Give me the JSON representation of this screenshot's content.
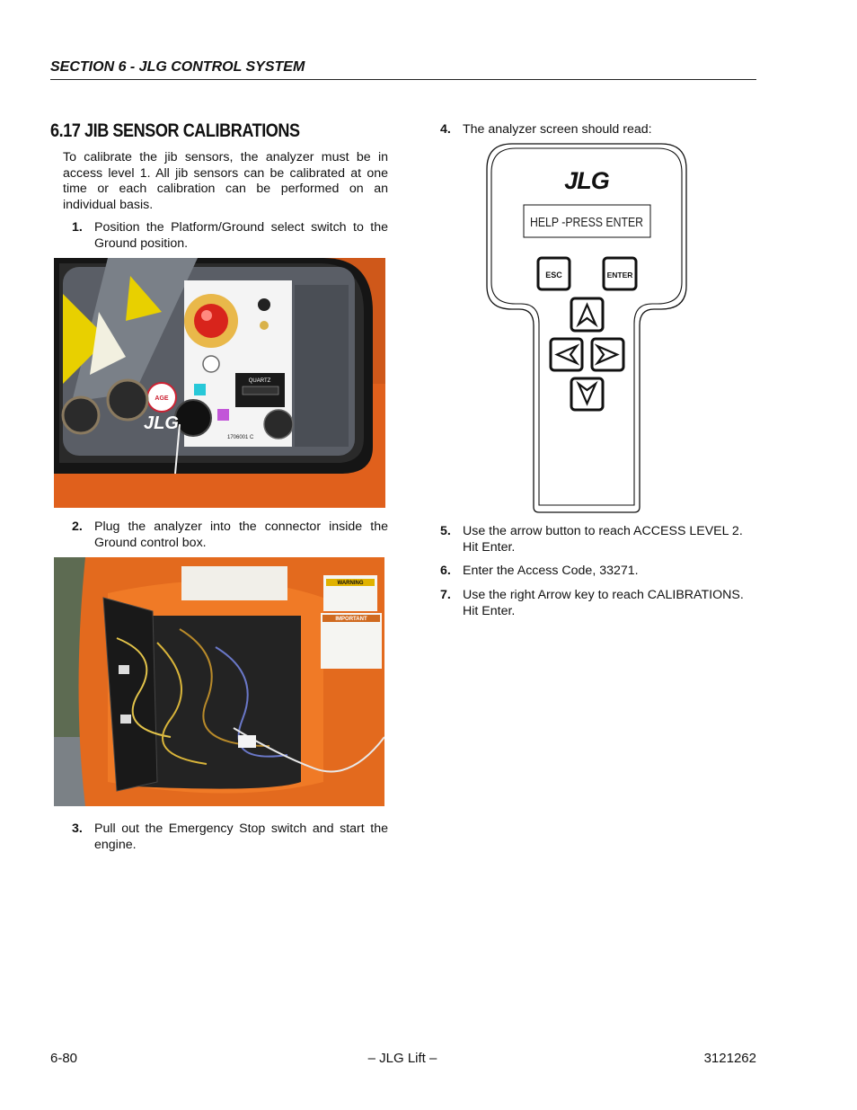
{
  "header": {
    "section": "SECTION 6 - JLG CONTROL SYSTEM"
  },
  "title": "6.17 JIB SENSOR CALIBRATIONS",
  "intro": "To calibrate the jib sensors, the analyzer must be in access level 1. All jib sensors can be calibrated at one time or each calibration can be performed on an individual basis.",
  "steps": [
    {
      "num": "1.",
      "text": "Position the Platform/Ground select switch to the Ground position."
    },
    {
      "num": "2.",
      "text": "Plug the analyzer into the connector inside the Ground control box."
    },
    {
      "num": "3.",
      "text": "Pull out the Emergency Stop switch and start the engine."
    },
    {
      "num": "4.",
      "text": "The analyzer screen should read:"
    },
    {
      "num": "5.",
      "text": "Use the arrow button to reach ACCESS LEVEL 2. Hit Enter."
    },
    {
      "num": "6.",
      "text": "Enter the Access Code, 33271."
    },
    {
      "num": "7.",
      "text": "Use the right Arrow key to reach CALIBRATIONS. Hit Enter."
    }
  ],
  "photo1": {
    "brand": "JLG",
    "badge": "AGE",
    "panel_code": "1706001 C",
    "meter": "QUARTZ"
  },
  "photo2": {
    "warning": "WARNING",
    "important": "IMPORTANT"
  },
  "analyzer": {
    "brand": "JLG",
    "screen": "HELP -PRESS ENTER",
    "esc": "ESC",
    "enter": "ENTER"
  },
  "footer": {
    "left": "6-80",
    "center": "– JLG Lift –",
    "right": "3121262"
  },
  "colors": {
    "jlg_orange": "#e0601c",
    "panel_black": "#151515"
  }
}
